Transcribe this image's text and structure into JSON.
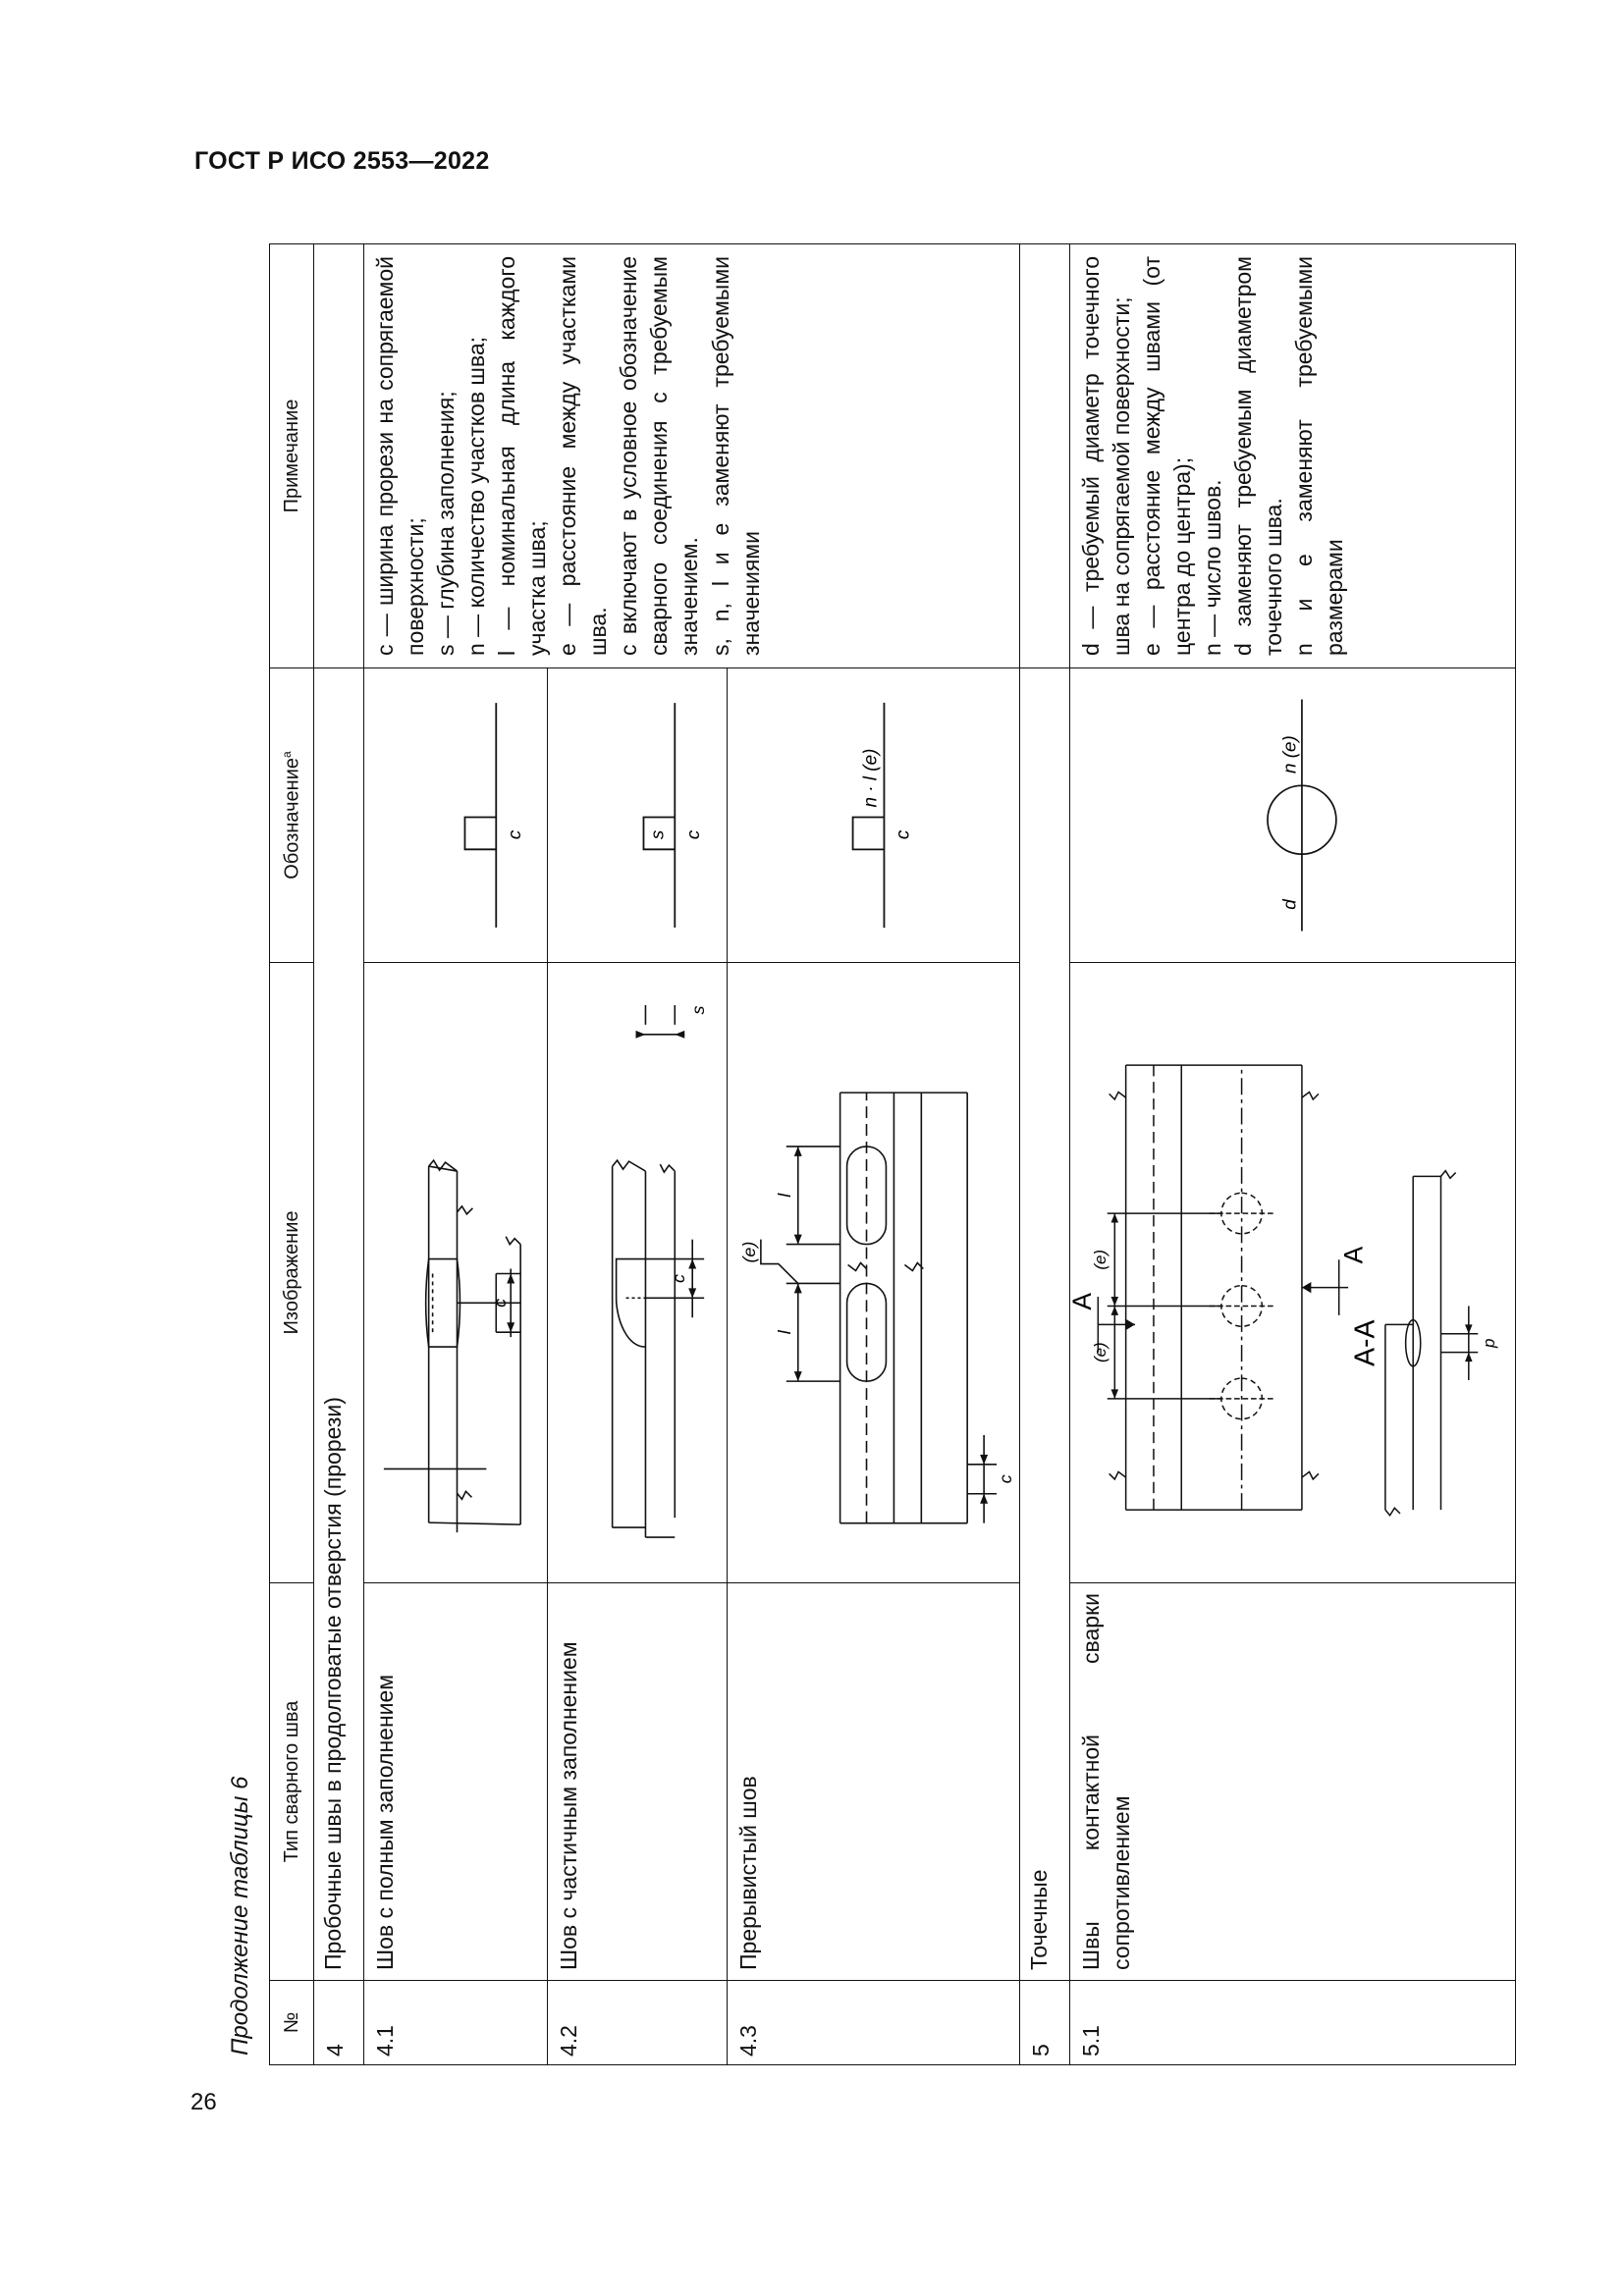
{
  "header": {
    "doc_id": "ГОСТ Р ИСО 2553—2022"
  },
  "page_number": "26",
  "caption": "Продолжение таблицы 6",
  "table": {
    "columns": [
      "№",
      "Тип сварного шва",
      "Изображение",
      "Обозначение",
      "Примечание"
    ],
    "designation_sup": "a",
    "group4": {
      "num": "4",
      "title": "Пробочные швы в продолговатые отверстия (прорези)"
    },
    "row41": {
      "num": "4.1",
      "type": "Шов с полным заполнением"
    },
    "row42": {
      "num": "4.2",
      "type": "Шов с частичным заполнением"
    },
    "row43": {
      "num": "4.3",
      "type": "Прерывистый шов"
    },
    "group5": {
      "num": "5",
      "title": "Точечные"
    },
    "row51": {
      "num": "5.1",
      "type": "Швы контактной сварки сопротивлением"
    },
    "note4": {
      "l1": "c — ширина прорези на сопрягаемой поверхности;",
      "l2": "s — глубина заполнения;",
      "l3": "n — количество участков шва;",
      "l4": "l — номинальная длина каждого участка шва;",
      "l5": "e — расстояние между участками шва.",
      "l6": "c включают в условное обозначение сварного соединения с требуемым значением.",
      "l7": "s, n, l и e заменяют требуемыми значениями"
    },
    "note5": {
      "l1": "d — требуемый диаметр точечного шва на сопрягаемой поверхности;",
      "l2": "e — расстояние между швами (от центра до центра);",
      "l3": "n — число швов.",
      "l4": "d заменяют требуемым диаметром точечного шва.",
      "l5": "n и e заменяют требуемыми размерами"
    },
    "symbols": {
      "c": "c",
      "s": "s",
      "n_l_e": "n · l (e)",
      "d": "d",
      "n_e": "n (e)",
      "e_paren": "(e)",
      "l": "l",
      "p": "p",
      "A": "A",
      "AA": "A-A"
    }
  }
}
